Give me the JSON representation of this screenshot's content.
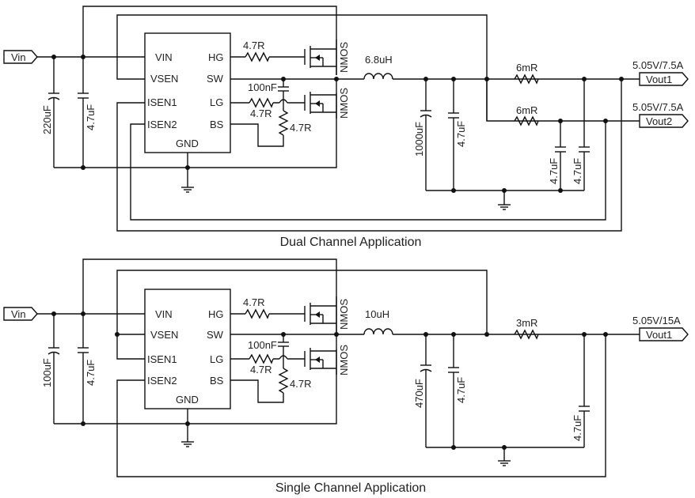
{
  "dual": {
    "caption": "Dual Channel Application",
    "ic": {
      "vin": "VIN",
      "vsen": "VSEN",
      "isen1": "ISEN1",
      "isen2": "ISEN2",
      "gnd": "GND",
      "hg": "HG",
      "sw": "SW",
      "lg": "LG",
      "bs": "BS"
    },
    "input": "Vin",
    "cin_bulk": "220uF",
    "cin_cer": "4.7uF",
    "r_hg": "4.7R",
    "r_lg": "4.7R",
    "r_bs": "4.7R",
    "c_boot": "100nF",
    "fet_hi": "NMOS",
    "fet_lo": "NMOS",
    "inductor": "6.8uH",
    "cout_bulk": "1000uF",
    "cout_cer": "4.7uF",
    "r_sense1": "6mR",
    "r_sense2": "6mR",
    "c_out2a": "4.7uF",
    "c_out2b": "4.7uF",
    "vout1_spec": "5.05V/7.5A",
    "vout1": "Vout1",
    "vout2_spec": "5.05V/7.5A",
    "vout2": "Vout2"
  },
  "single": {
    "caption": "Single Channel Application",
    "ic": {
      "vin": "VIN",
      "vsen": "VSEN",
      "isen1": "ISEN1",
      "isen2": "ISEN2",
      "gnd": "GND",
      "hg": "HG",
      "sw": "SW",
      "lg": "LG",
      "bs": "BS"
    },
    "input": "Vin",
    "cin_bulk": "100uF",
    "cin_cer": "4.7uF",
    "r_hg": "4.7R",
    "r_lg": "4.7R",
    "r_bs": "4.7R",
    "c_boot": "100nF",
    "fet_hi": "NMOS",
    "fet_lo": "NMOS",
    "inductor": "10uH",
    "cout_bulk": "470uF",
    "cout_cer": "4.7uF",
    "r_sense1": "3mR",
    "c_out_a": "4.7uF",
    "vout1_spec": "5.05V/15A",
    "vout1": "Vout1"
  }
}
